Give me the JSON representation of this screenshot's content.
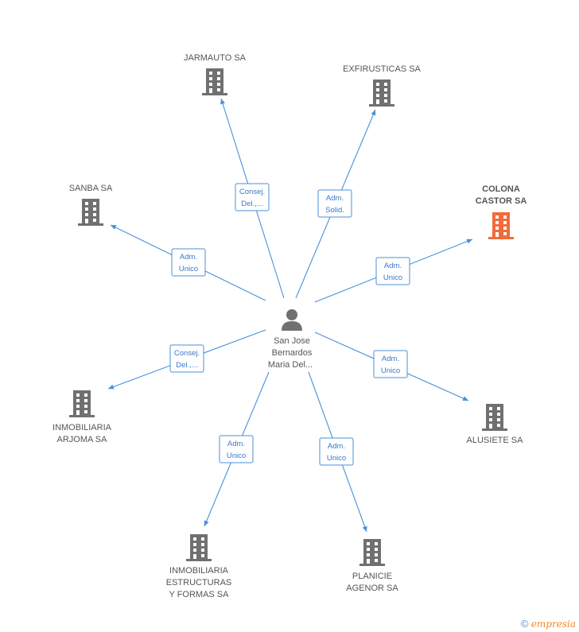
{
  "center": {
    "label": [
      "San Jose",
      "Bernardos",
      "Maria Del..."
    ]
  },
  "companies": [
    {
      "id": "jarmauto",
      "label": [
        "JARMAUTO SA"
      ],
      "role": [
        "Consej.",
        "Del.,..."
      ],
      "highlight": false
    },
    {
      "id": "exfirusticas",
      "label": [
        "EXFIRUSTICAS SA"
      ],
      "role": [
        "Adm.",
        "Solid."
      ],
      "highlight": false
    },
    {
      "id": "sanba",
      "label": [
        "SANBA SA"
      ],
      "role": [
        "Adm.",
        "Unico"
      ],
      "highlight": false
    },
    {
      "id": "colona-castor",
      "label": [
        "COLONA",
        "CASTOR SA"
      ],
      "role": [
        "Adm.",
        "Unico"
      ],
      "highlight": true
    },
    {
      "id": "inmobiliaria-arjoma",
      "label": [
        "INMOBILIARIA",
        "ARJOMA SA"
      ],
      "role": [
        "Consej.",
        "Del.,..."
      ],
      "highlight": false
    },
    {
      "id": "alusiete",
      "label": [
        "ALUSIETE SA"
      ],
      "role": [
        "Adm.",
        "Unico"
      ],
      "highlight": false
    },
    {
      "id": "inmobiliaria-estructuras",
      "label": [
        "INMOBILIARIA",
        "ESTRUCTURAS",
        "Y FORMAS SA"
      ],
      "role": [
        "Adm.",
        "Unico"
      ],
      "highlight": false
    },
    {
      "id": "planicie-agenor",
      "label": [
        "PLANICIE",
        "AGENOR SA"
      ],
      "role": [
        "Adm.",
        "Unico"
      ],
      "highlight": false
    }
  ],
  "colors": {
    "edge": "#4a90d9",
    "building": "#707070",
    "highlight": "#f26b3a",
    "person": "#707070"
  },
  "footer": {
    "copyright": "©",
    "brand": "mpresia",
    "brand_initial": "e"
  }
}
